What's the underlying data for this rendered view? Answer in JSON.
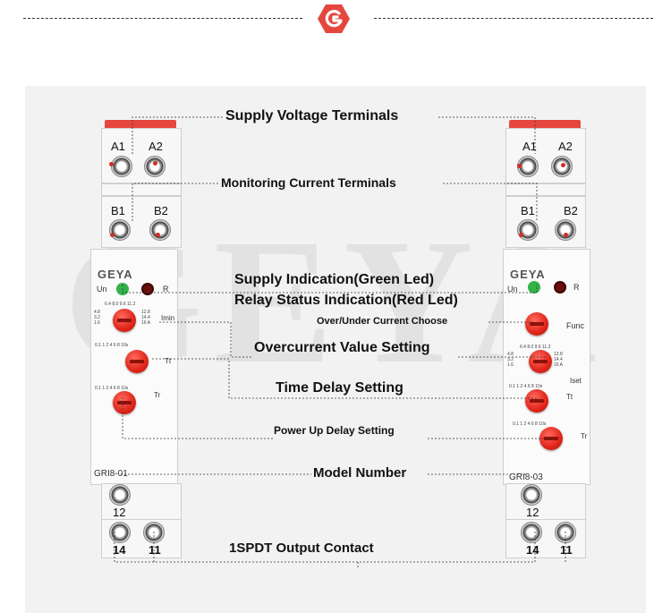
{
  "colors": {
    "accent": "#e5473e",
    "line": "#333333",
    "background": "#f2f2f2",
    "led_green": "#34b24a",
    "led_red": "#6b0d0a"
  },
  "header": {
    "logo_icon": "geya-logo-icon"
  },
  "watermark": {
    "text": "GEYA"
  },
  "callouts": {
    "supply_voltage": "Supply Voltage Terminals",
    "monitoring_current": "Monitoring Current Terminals",
    "supply_indication": "Supply Indication(Green Led)",
    "relay_status": "Relay Status Indication(Red Led)",
    "over_under": "Over/Under Current Choose",
    "overcurrent": "Overcurrent Value Setting",
    "time_delay": "Time Delay Setting",
    "power_up": "Power Up Delay Setting",
    "model_number": "Model Number",
    "output_contact": "1SPDT Output Contact"
  },
  "left_relay": {
    "terminal_a1": "A1",
    "terminal_a2": "A2",
    "terminal_b1": "B1",
    "terminal_b2": "B2",
    "brand": "GEYA",
    "led_un": "Un",
    "led_r": "R",
    "imin_label": "Imin",
    "imin_scale_top": "6.4  8.0  9.6  11.2",
    "imin_scale_left": "4.8\n3.2\n1.6",
    "imin_scale_right": "12.8\n14.4\n16 A",
    "tt_label": "Tt",
    "tt_scale": "0.1  1   2   4   6   8   10s",
    "tr_label": "Tr",
    "tr_scale": "0.1  1   2   4   6   8   10s",
    "model": "GRI8-01",
    "terminal_12": "12",
    "terminal_14": "14",
    "terminal_11": "11"
  },
  "right_relay": {
    "terminal_a1": "A1",
    "terminal_a2": "A2",
    "terminal_b1": "B1",
    "terminal_b2": "B2",
    "brand": "GEYA",
    "led_un": "Un",
    "led_r": "R",
    "func_label": "Func",
    "iset_label": "Iset",
    "iset_scale_top": "6.4  8.0  9.6  11.2",
    "iset_scale_left": "4.8\n3.2\n1.6",
    "iset_scale_right": "12.8\n14.4\n16 A",
    "tt_label": "Tt",
    "tt_scale": "0.1  1   2   4   6   8   10s",
    "tr_label": "Tr",
    "tr_scale": "0.1  1   2   4   6   8   10s",
    "model": "GRI8-03",
    "terminal_12": "12",
    "terminal_14": "14",
    "terminal_11": "11"
  }
}
